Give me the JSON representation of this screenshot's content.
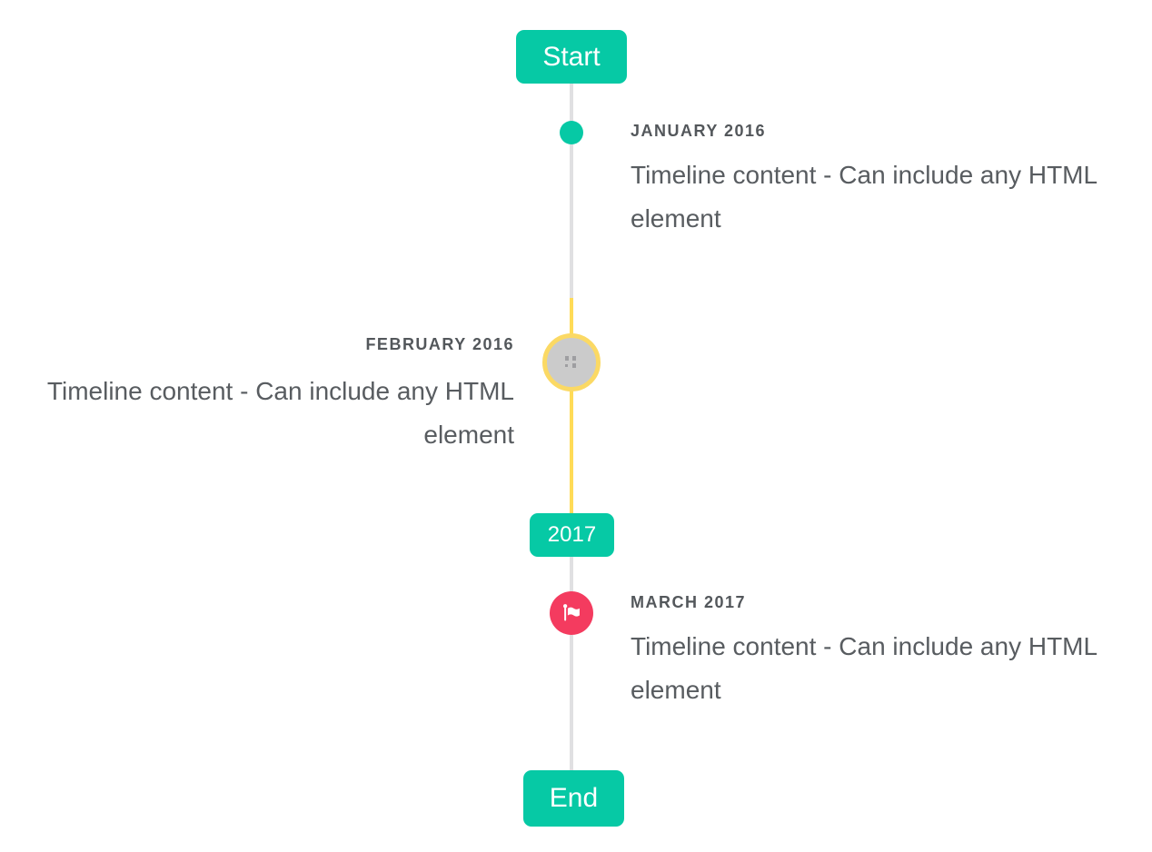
{
  "timeline": {
    "start_badge": "Start",
    "year_badge": "2017",
    "end_badge": "End",
    "items": [
      {
        "id": "january-2016",
        "title": "JANUARY 2016",
        "content": "Timeline content - Can include any HTML element",
        "side": "right",
        "marker": "teal-dot"
      },
      {
        "id": "february-2016",
        "title": "FEBRUARY 2016",
        "content": "Timeline content - Can include any HTML element",
        "side": "left",
        "marker": "gray-circle-yellow-ring",
        "marker_icon": "broken-image-glyph"
      },
      {
        "id": "march-2017",
        "title": "MARCH 2017",
        "content": "Timeline content - Can include any HTML element",
        "side": "right",
        "marker": "red-circle",
        "marker_icon": "flag"
      }
    ],
    "colors": {
      "teal": "#06c9a5",
      "yellow_highlight": "#ffdb57",
      "yellow_ring": "#fbd964",
      "line_gray": "#e0e0e2",
      "marker_gray_fill": "#cbcbcb",
      "red": "#f43b5f",
      "title_text": "#53575b",
      "content_text": "#585c60",
      "badge_text": "#ffffff"
    }
  }
}
